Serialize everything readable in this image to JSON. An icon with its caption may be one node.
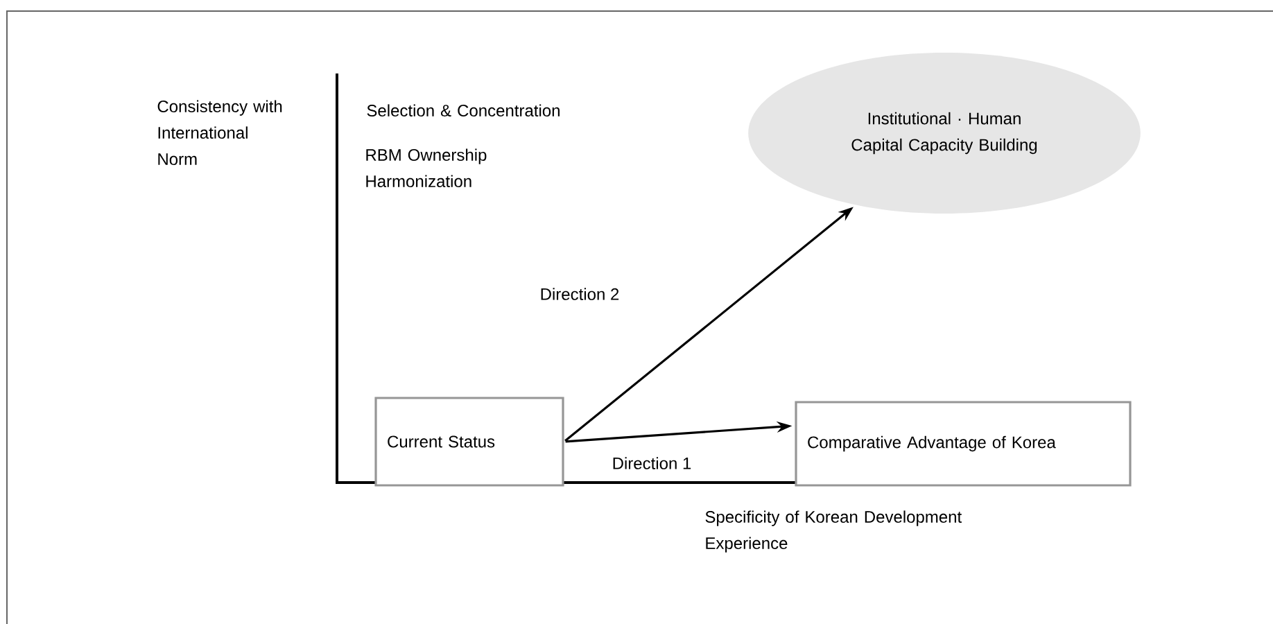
{
  "diagram": {
    "nodes": [
      {
        "text": [
          "Current Status"
        ]
      },
      {
        "text": [
          "Institutional · Human Capital Capacity Building"
        ]
      },
      {
        "text": [
          "Comparative Advantage of Korea"
        ]
      }
    ],
    "edges": [
      {
        "from": 0,
        "to": 1,
        "arrow": "to",
        "label": "Direction 2"
      },
      {
        "from": 0,
        "to": 2,
        "arrow": "to",
        "label": "Direction 1"
      }
    ],
    "labels": [
      "Consistency with International Norm",
      "Selection & Concentration",
      "RBM Ownership Harmonization",
      "Specificity of Korean Development Experience"
    ]
  }
}
